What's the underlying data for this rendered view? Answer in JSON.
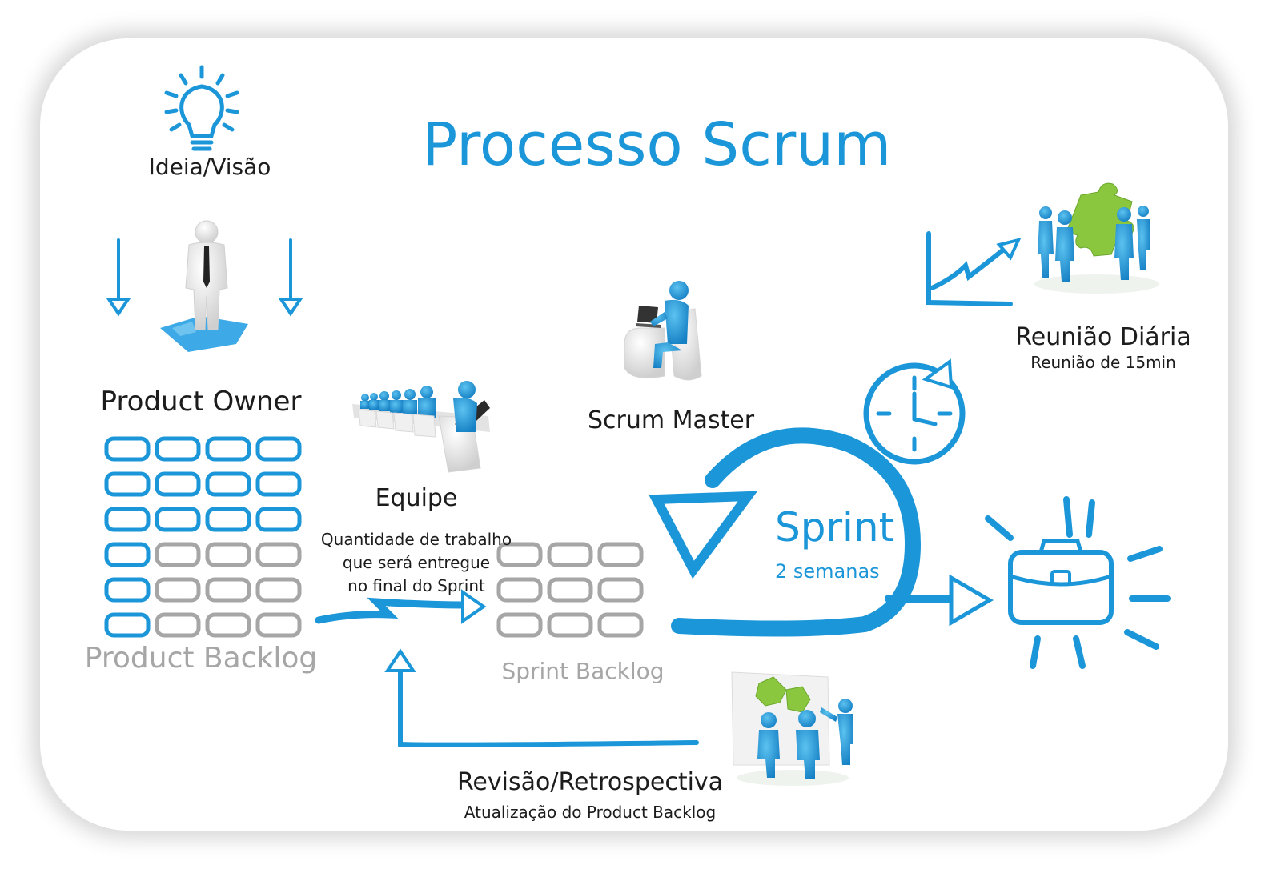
{
  "title": "Processo Scrum",
  "idea": {
    "label": "Ideia/Visão",
    "icon": "lightbulb-icon"
  },
  "product_owner": {
    "label": "Product Owner",
    "icon": "businessman-icon"
  },
  "product_backlog": {
    "label": "Product Backlog",
    "columns": 4,
    "rows": 6
  },
  "team": {
    "label": "Equipe",
    "description": [
      "Quantidade de trabalho",
      "que será entregue",
      "no final do Sprint"
    ],
    "icon": "team-at-desks-icon"
  },
  "sprint_backlog": {
    "label": "Sprint Backlog",
    "columns": 3,
    "rows": 3
  },
  "scrum_master": {
    "label": "Scrum Master",
    "icon": "person-at-computer-icon"
  },
  "daily_meeting": {
    "label": "Reunião Diária",
    "subtitle": "Reunião de 15min",
    "icon": "puzzle-team-icon"
  },
  "sprint": {
    "label": "Sprint",
    "duration": "2 semanas",
    "icon": "clock-icon"
  },
  "review": {
    "label": "Revisão/Retrospectiva",
    "subtitle": "Atualização do Product Backlog",
    "icon": "presentation-team-icon"
  },
  "deliverable": {
    "icon": "briefcase-icon"
  },
  "colors": {
    "accent": "#1b96d8",
    "grey": "#a6a6a6",
    "dark": "#1c1c1c",
    "green": "#8bc63f"
  }
}
